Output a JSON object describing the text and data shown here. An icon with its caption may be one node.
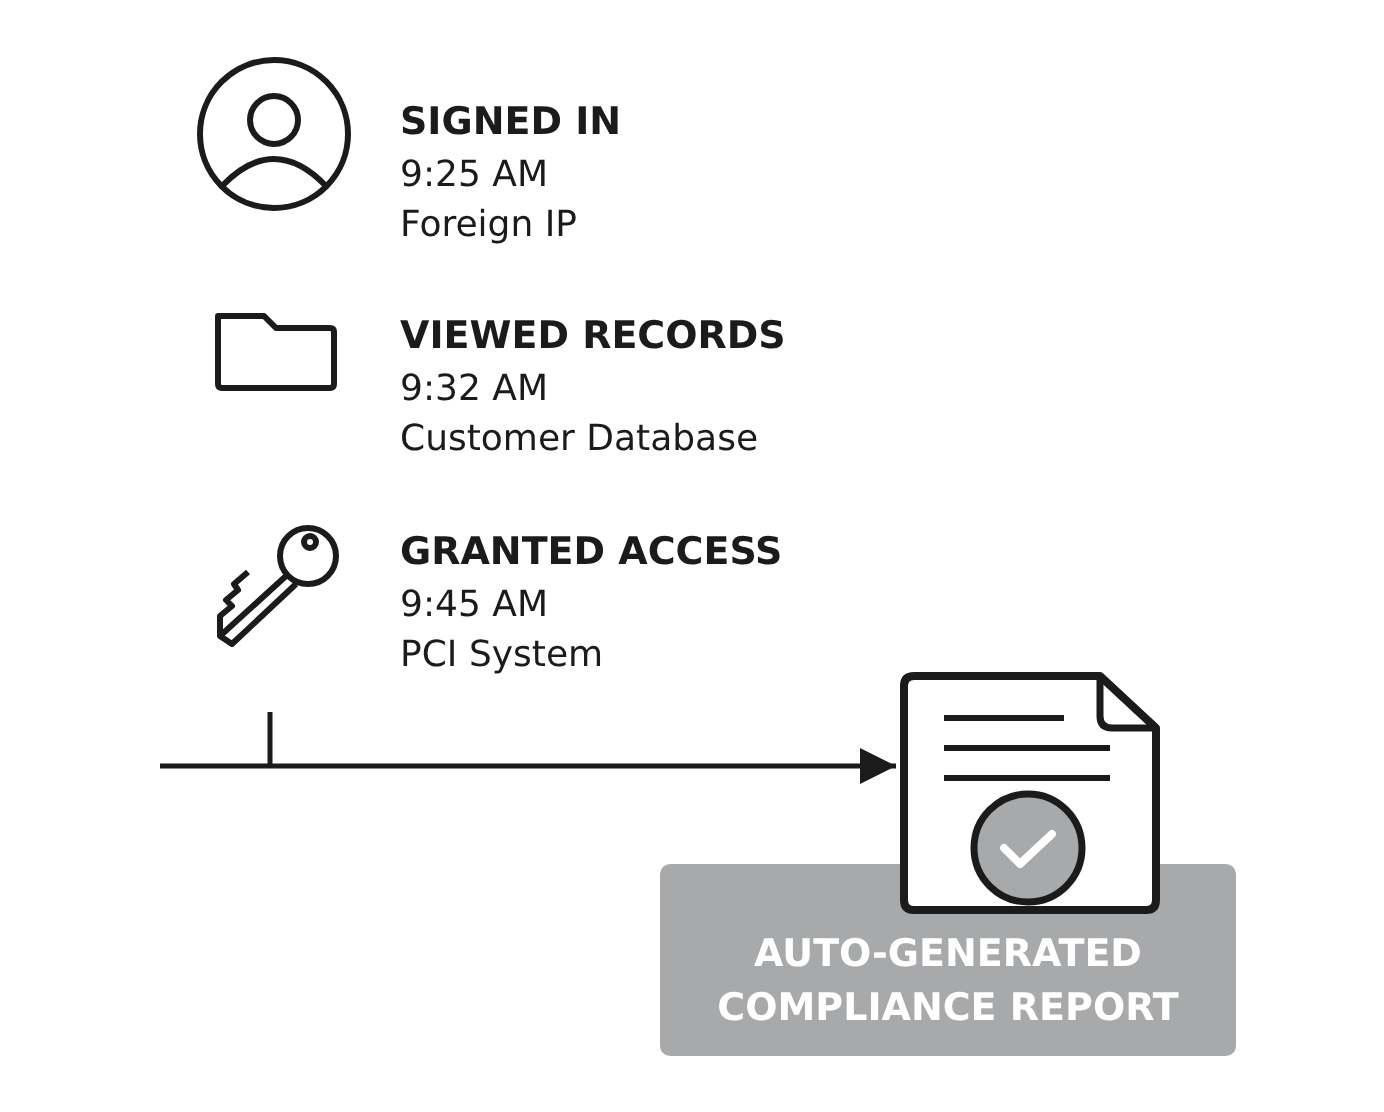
{
  "diagram": {
    "nodes": [
      {
        "text": [
          "AUTO-GENERATED COMPLIANCE REPORT"
        ]
      },
      {
        "text": [],
        "shape": "document"
      }
    ],
    "edges": [
      {
        "from": null,
        "to": 1,
        "arrow": "to"
      }
    ],
    "labels": [
      "SIGNED IN",
      "9:25 AM",
      "Foreign IP",
      "VIEWED RECORDS",
      "9:32 AM",
      "Customer Database",
      "GRANTED ACCESS",
      "9:45 AM",
      "PCI System"
    ]
  }
}
